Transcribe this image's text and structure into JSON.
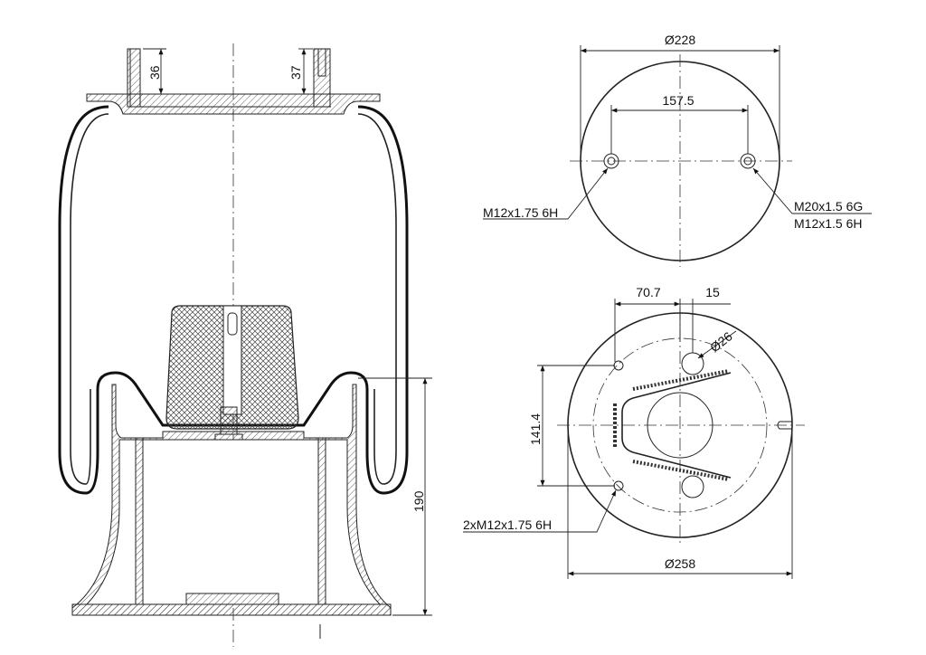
{
  "side_view": {
    "dim_left_stud": "36",
    "dim_right_stud": "37",
    "dim_height": "190"
  },
  "top_view": {
    "diameter": "Ø228",
    "hole_spacing": "157.5",
    "left_thread": "M12x1.75 6H",
    "right_thread_1": "M20x1.5 6G",
    "right_thread_2": "M12x1.5 6H"
  },
  "bottom_view": {
    "offset": "70.7",
    "offset_small": "15",
    "hole_diameter": "Ø26",
    "vertical_spacing": "141.4",
    "thread_note": "2xM12x1.75 6H",
    "diameter": "Ø258"
  }
}
